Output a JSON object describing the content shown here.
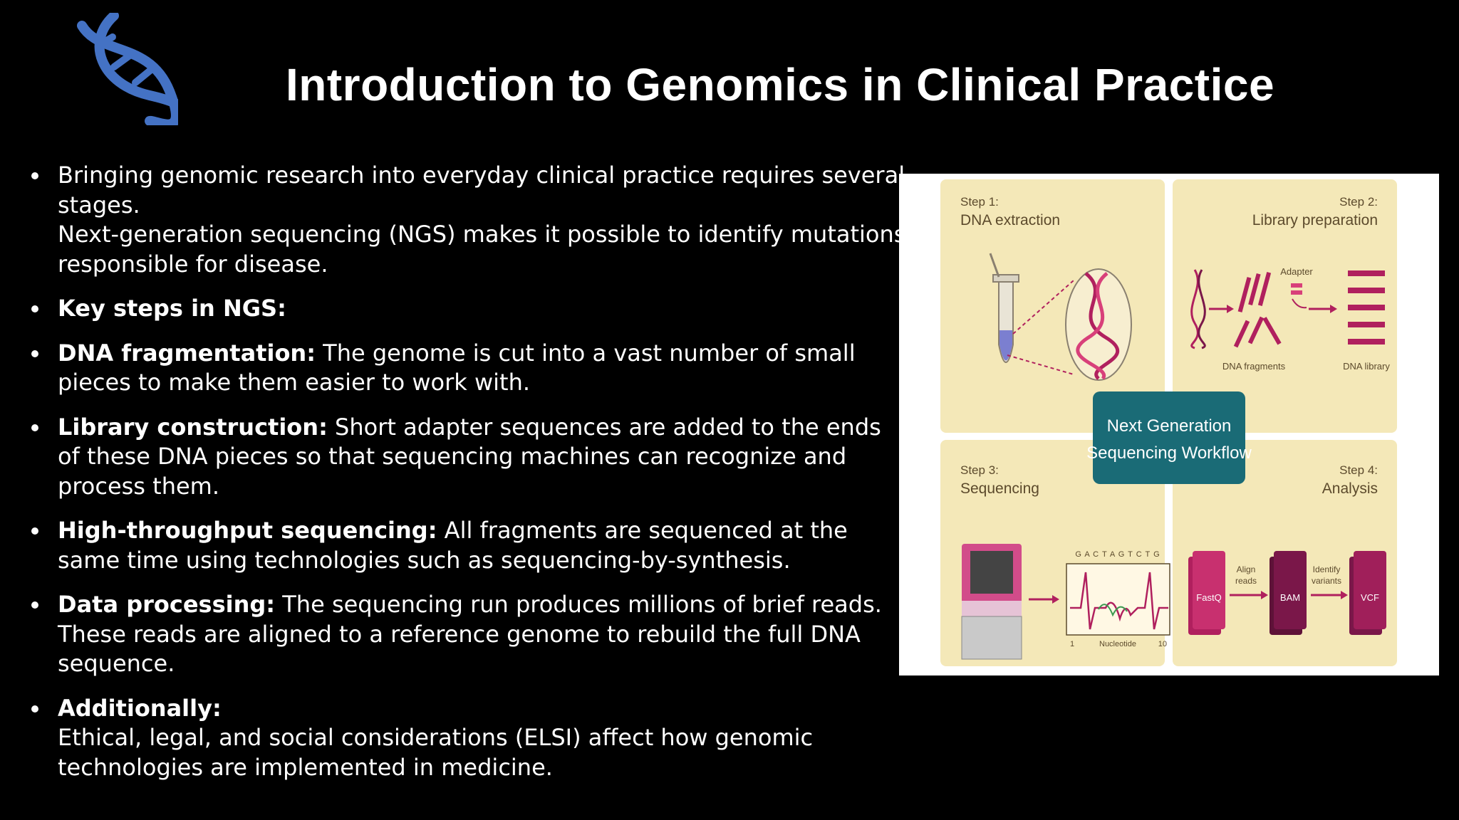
{
  "slide": {
    "title": "Introduction to Genomics in Clinical Practice",
    "logo_icon": "dna-helix-icon",
    "bullets": [
      {
        "lead": "",
        "text": "Bringing genomic research into everyday clinical practice requires several stages.",
        "text2": "Next-generation sequencing (NGS) makes it possible to identify mutations responsible for disease."
      },
      {
        "lead": "Key steps in NGS:",
        "text": "",
        "text2": ""
      },
      {
        "lead": "DNA fragmentation:",
        "text": " The genome is cut into a vast number of small pieces to make them easier to work with.",
        "text2": ""
      },
      {
        "lead": "Library construction:",
        "text": " Short adapter sequences are added to the ends of these DNA pieces so that sequencing machines can recognize and process them.",
        "text2": ""
      },
      {
        "lead": "High-throughput sequencing:",
        "text": " All fragments are sequenced at the same time using technologies such as sequencing-by-synthesis.",
        "text2": ""
      },
      {
        "lead": "Data processing:",
        "text": " The sequencing run produces millions of brief reads. These reads are aligned to a reference genome to rebuild the full DNA sequence.",
        "text2": ""
      },
      {
        "lead": "Additionally:",
        "text": "",
        "text2": "Ethical, legal, and social considerations (ELSI) affect how genomic technologies are implemented in medicine."
      }
    ]
  },
  "figure": {
    "center_title_1": "Next Generation",
    "center_title_2": "Sequencing Workflow",
    "step1": {
      "num": "Step 1:",
      "name": "DNA extraction"
    },
    "step2": {
      "num": "Step 2:",
      "name": "Library preparation",
      "adapter": "Adapter",
      "fragments": "DNA fragments",
      "library": "DNA library"
    },
    "step3": {
      "num": "Step 3:",
      "name": "Sequencing",
      "bases": "G A C T A G T C T G",
      "axis_start": "1",
      "axis_label": "Nucleotide",
      "axis_end": "10"
    },
    "step4": {
      "num": "Step 4:",
      "name": "Analysis",
      "file1": "FastQ",
      "arrow1a": "Align",
      "arrow1b": "reads",
      "file2": "BAM",
      "arrow2a": "Identify",
      "arrow2b": "variants",
      "file3": "VCF"
    },
    "colors": {
      "panel": "#f4e8b8",
      "teal": "#1a6b76",
      "magenta": "#b0205e",
      "dark_magenta": "#7a1749",
      "label": "#5c4a2c"
    }
  }
}
